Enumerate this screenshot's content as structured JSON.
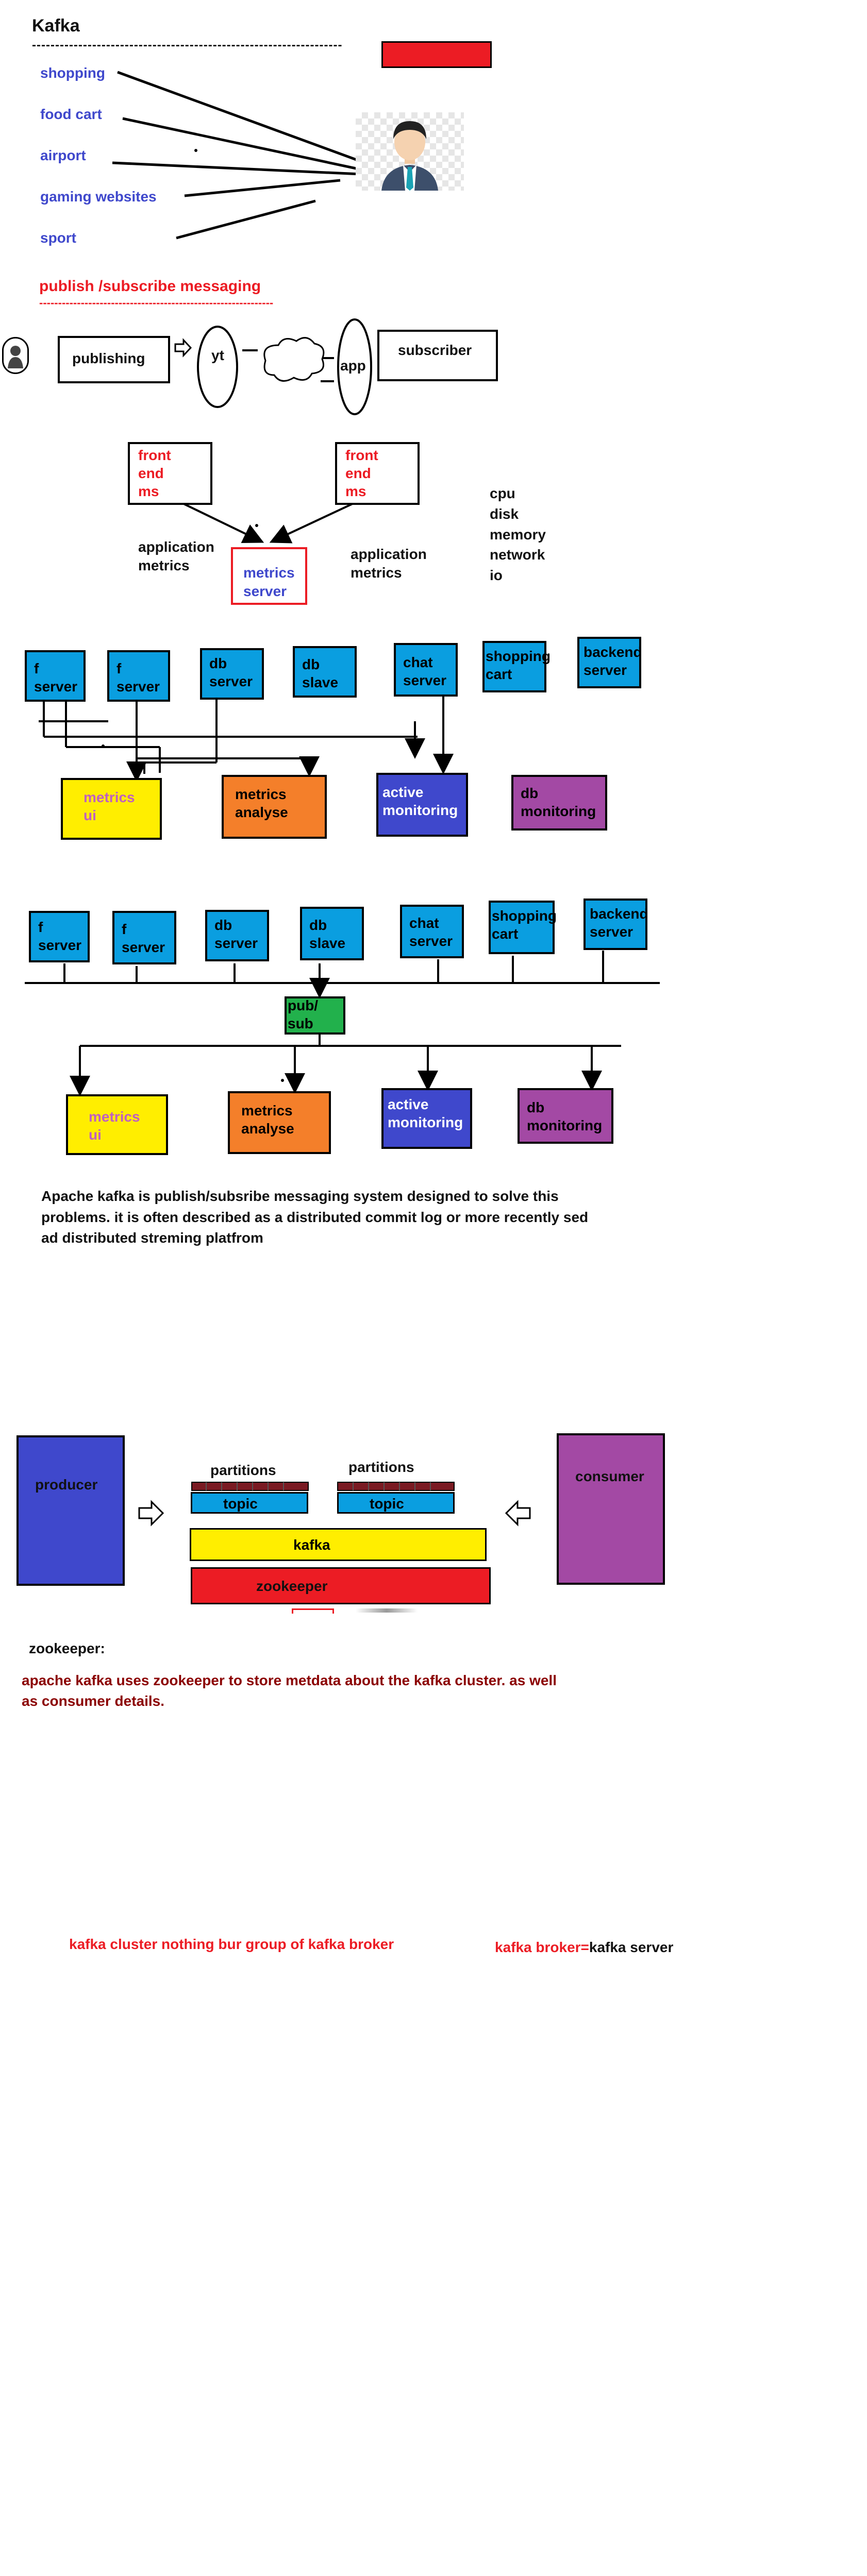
{
  "title": "Kafka",
  "dashes_top": "-------------------------------------------------------------------",
  "sources": [
    "shopping",
    "food cart",
    "airport",
    "gaming websites",
    "sport"
  ],
  "publish_heading": "publish /subscribe messaging",
  "dashes_red": "--------------------------------------------------------------",
  "pubsub_flow": {
    "publishing": "publishing",
    "yt": "yt",
    "app": "app",
    "subscriber": "subscriber"
  },
  "front_end": "front\nend\nms",
  "app_metrics": "application\nmetrics",
  "metrics_server": "metrics\nserver",
  "resources": "cpu\ndisk\nmemory\nnetwork\nio",
  "servers": [
    "f\nserver",
    "f\nserver",
    "db\nserver",
    "db\nslave",
    "chat\nserver",
    "shopping\ncart",
    "backend\nserver"
  ],
  "consumers": [
    "metrics\nui",
    "metrics\nanalyse",
    "active\nmonitoring",
    "db\nmonitoring"
  ],
  "pubsub_box": "pub/\nsub",
  "kafka_desc": "Apache kafka is publish/subsribe  messaging system designed to solve this\nproblems. it is often described as a distributed commit log or more recently sed\nad distributed streming platfrom",
  "architecture": {
    "producer": "producer",
    "consumer": "consumer",
    "partitions": "partitions",
    "topic": "topic",
    "kafka": "kafka",
    "zookeeper": "zookeeper"
  },
  "zookeeper_heading": "zookeeper:",
  "zookeeper_desc": "apache kafka uses zookeeper to store metdata about the kafka cluster. as well\nas consumer details.",
  "cluster_note": "kafka cluster nothing bur group of kafka broker",
  "broker_label": "kafka broker=",
  "broker_value": "kafka server",
  "colors": {
    "blue": "#0a9ee0",
    "yellow": "#ffee00",
    "orange": "#f47f2a",
    "indigo": "#3f48cc",
    "purple": "#a349a4",
    "green": "#22b14c",
    "red": "#ec1c24",
    "maroon": "#8b0000"
  }
}
